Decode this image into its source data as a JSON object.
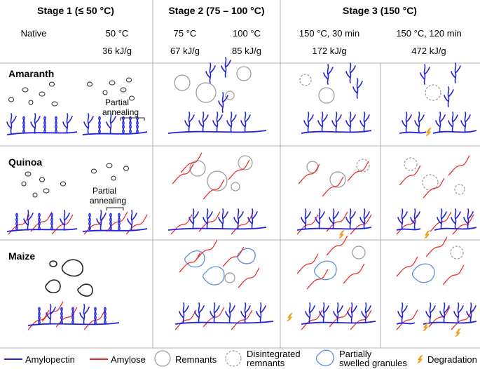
{
  "stages": [
    {
      "title": "Stage 1 (≤ 50 °C)"
    },
    {
      "title": "Stage 2 (75 – 100 °C)"
    },
    {
      "title": "Stage 3 (150 °C)"
    }
  ],
  "conditions": [
    {
      "temp": "Native",
      "energy": ""
    },
    {
      "temp": "50 °C",
      "energy": "36 kJ/g"
    },
    {
      "temp": "75 °C",
      "energy": "67 kJ/g"
    },
    {
      "temp": "100 °C",
      "energy": "85 kJ/g"
    },
    {
      "temp": "150 °C, 30 min",
      "energy": "172 kJ/g"
    },
    {
      "temp": "150 °C, 120 min",
      "energy": "472 kJ/g"
    }
  ],
  "rows": [
    {
      "label": "Amaranth"
    },
    {
      "label": "Quinoa"
    },
    {
      "label": "Maize"
    }
  ],
  "annotations": {
    "partial": "Partial",
    "annealing": "annealing"
  },
  "legend": {
    "amylopectin": "Amylopectin",
    "amylose": "Amylose",
    "remnants": "Remnants",
    "disintegrated_1": "Disintegrated",
    "disintegrated_2": "remnants",
    "swelled_1": "Partially",
    "swelled_2": "swelled granules",
    "degradation": "Degradation"
  },
  "colors": {
    "amylopectin": "#2222dd",
    "amylose": "#ee2222",
    "remnant": "#999999",
    "swelled": "#5b8fe0",
    "degradation": "#f0a020",
    "grid": "#b0b0b0"
  }
}
